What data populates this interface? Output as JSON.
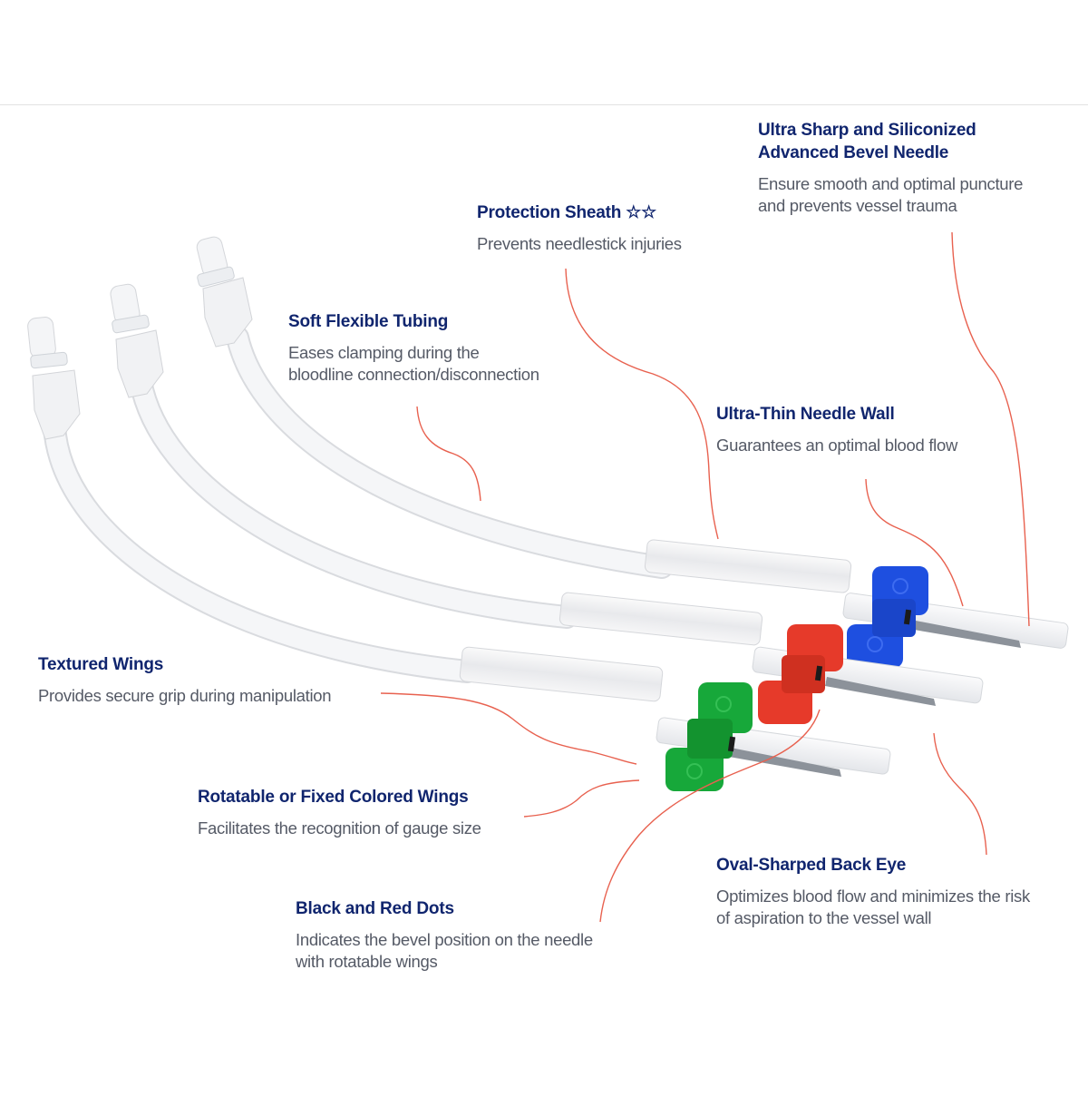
{
  "colors": {
    "title": "#10256e",
    "description": "#555a66",
    "leader_line": "#e8614f",
    "wing_blue": "#1e4fe0",
    "wing_red": "#e63a2a",
    "wing_green": "#17a83a",
    "tubing": "#f2f3f5"
  },
  "callouts": [
    {
      "id": "ultra-sharp",
      "title": "Ultra Sharp and Siliconized\nAdvanced Bevel Needle",
      "desc": "Ensure smooth and optimal puncture\nand prevents vessel trauma"
    },
    {
      "id": "protection-sheath",
      "title": "Protection Sheath ☆☆",
      "desc": "Prevents needlestick injuries"
    },
    {
      "id": "soft-tubing",
      "title": "Soft Flexible Tubing",
      "desc": "Eases clamping during the\nbloodline connection/disconnection"
    },
    {
      "id": "ultra-thin-wall",
      "title": "Ultra-Thin Needle Wall",
      "desc": "Guarantees an optimal blood flow"
    },
    {
      "id": "textured-wings",
      "title": "Textured Wings",
      "desc": "Provides secure grip during manipulation"
    },
    {
      "id": "colored-wings",
      "title": "Rotatable or Fixed Colored Wings",
      "desc": "Facilitates the recognition of gauge size"
    },
    {
      "id": "oval-back-eye",
      "title": "Oval-Sharped Back Eye",
      "desc": "Optimizes blood flow and minimizes the risk\nof aspiration to the vessel wall"
    },
    {
      "id": "dots",
      "title": "Black and Red Dots",
      "desc": "Indicates the bevel position on the needle\nwith rotatable wings"
    }
  ]
}
